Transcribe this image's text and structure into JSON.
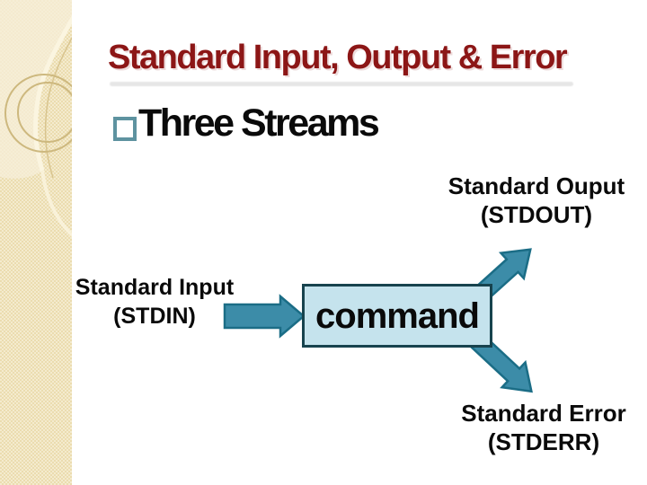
{
  "slide": {
    "title": "Standard Input, Output & Error",
    "bullet_item": "Three Streams",
    "diagram": {
      "command": "command",
      "stdout": {
        "line1": "Standard Ouput",
        "line2": "(STDOUT)"
      },
      "stdin": {
        "line1": "Standard Input",
        "line2": "(STDIN)"
      },
      "stderr": {
        "line1": "Standard Error",
        "line2": "(STDERR)"
      }
    }
  },
  "colors": {
    "title_red": "#8C1616",
    "arrow_fill": "#3C8CA8",
    "arrow_stroke": "#1B6D86",
    "box_fill": "#C5E3ED",
    "box_border": "#17434E",
    "bullet_square": "#5E93A0",
    "sidebar_beige": "#EBDCAF",
    "text_black": "#0A0A0A"
  }
}
